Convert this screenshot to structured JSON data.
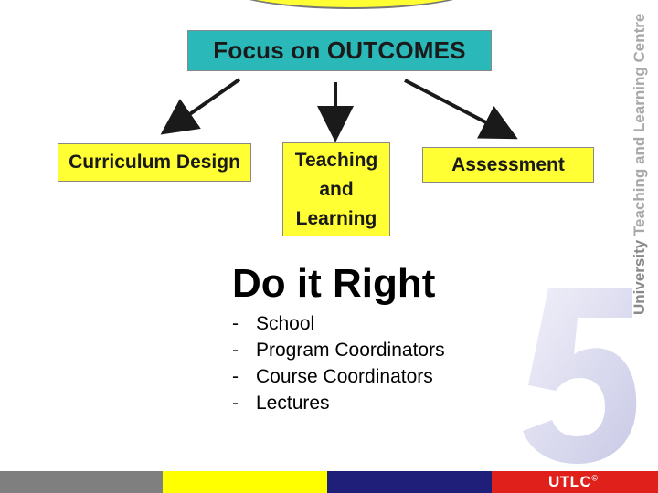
{
  "diagram": {
    "top_box": "Focus on OUTCOMES",
    "branches": [
      "Curriculum Design",
      "Teaching\nand\nLearning",
      "Assessment"
    ]
  },
  "main": {
    "heading": "Do it Right",
    "items": [
      "School",
      "Program Coordinators",
      "Course Coordinators",
      "Lectures"
    ],
    "bullet": "-"
  },
  "sidebar": {
    "vertical_text_bold": "University",
    "vertical_text_rest": " Teaching and Learning Centre"
  },
  "footer": {
    "logo_text": "UTLC",
    "logo_mark": "©"
  },
  "colors": {
    "focus_box": "#2bb8b8",
    "branch_boxes": "#ffff33",
    "bar": [
      "#7f7f7f",
      "#ffff00",
      "#1f1f7a",
      "#e0201b"
    ]
  }
}
